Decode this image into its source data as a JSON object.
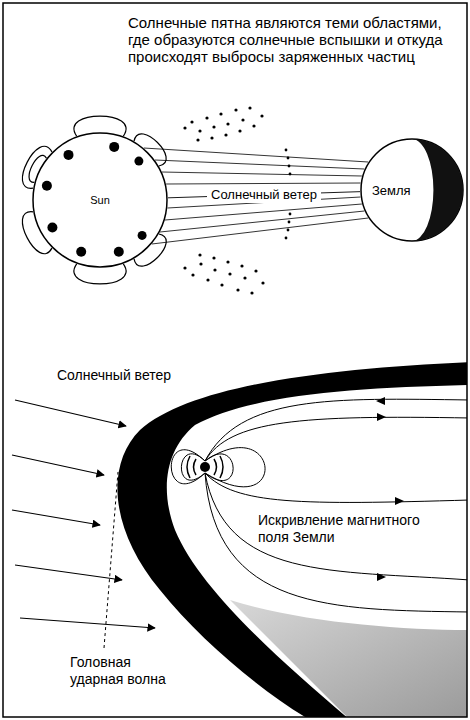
{
  "diagram": {
    "title": "Солнечные пятна являются теми областями, где образуются солнечные вспышки и откуда происходят выбросы заряженных частиц",
    "nodes": [
      {
        "text": [
          "Sun"
        ]
      },
      {
        "text": [
          "Земля"
        ]
      }
    ],
    "edges": [
      {
        "from": 0,
        "to": 1,
        "arrow": "none",
        "label": "Солнечный ветер"
      }
    ],
    "labels": [
      "Солнечный ветер",
      "Искривление магнитного поля Земли",
      "Головная ударная волна"
    ]
  }
}
